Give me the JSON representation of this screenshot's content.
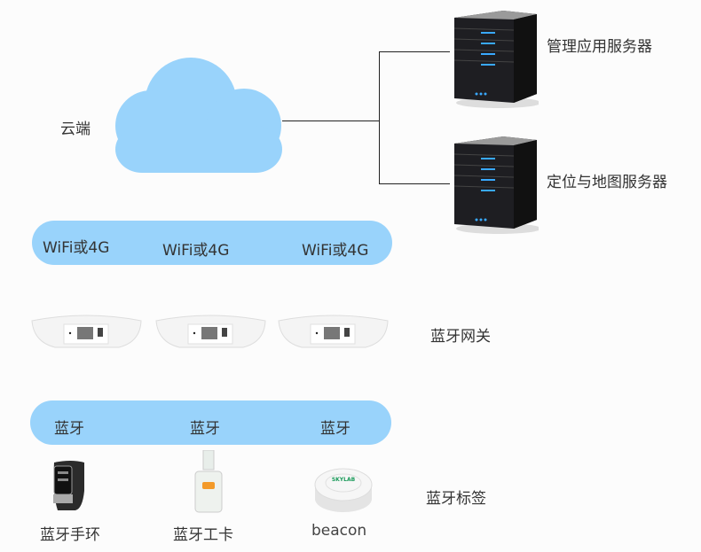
{
  "cloud": {
    "label": "云端",
    "color": "#99d3fb"
  },
  "servers": [
    {
      "label": "管理应用服务器"
    },
    {
      "label": "定位与地图服务器"
    }
  ],
  "wifi_band": {
    "labels": [
      "WiFi或4G",
      "WiFi或4G",
      "WiFi或4G"
    ],
    "color": "#99d3fb"
  },
  "gateways": {
    "label": "蓝牙网关",
    "count": 3
  },
  "bt_band": {
    "labels": [
      "蓝牙",
      "蓝牙",
      "蓝牙"
    ],
    "color": "#99d3fb"
  },
  "tags": {
    "label": "蓝牙标签",
    "devices": [
      {
        "label": "蓝牙手环"
      },
      {
        "label": "蓝牙工卡"
      },
      {
        "label": "beacon",
        "logo": "SKYLAB"
      }
    ]
  }
}
